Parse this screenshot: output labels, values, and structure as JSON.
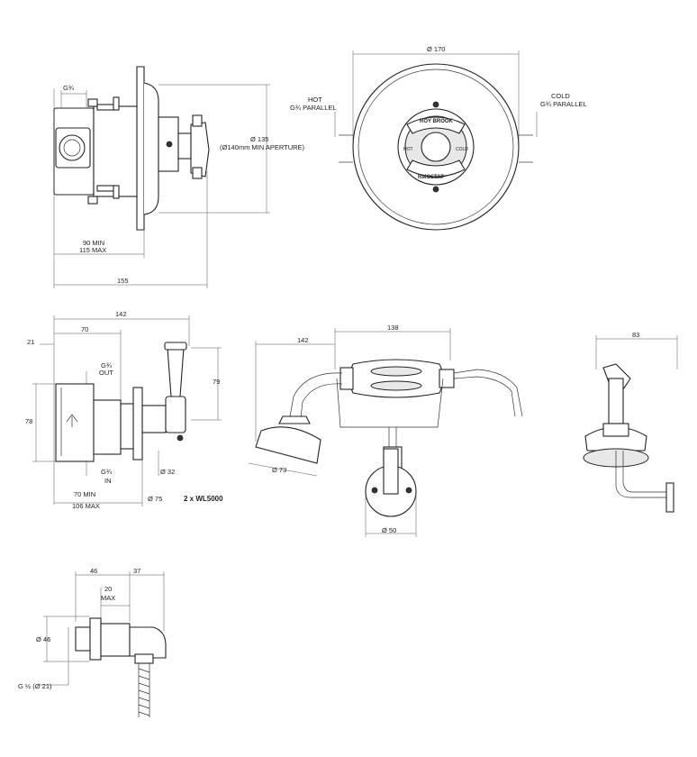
{
  "drawing": {
    "top_left": {
      "inlet_thread": "G¾",
      "diameter": "Ø 135",
      "aperture": "(Ø140mm MIN APERTURE)",
      "depth_min": "90 MIN",
      "depth_max": "115 MAX",
      "total_depth": "155"
    },
    "top_right": {
      "diameter": "Ø 170",
      "hot_label": "HOT",
      "hot_thread": "G¾ PARALLEL",
      "cold_label": "COLD",
      "cold_thread": "G¾ PARALLEL",
      "brand_top": "ROY BROOK",
      "brand_bottom": "RMOSTAT",
      "hot_mark": "HOT",
      "cold_mark": "COLD"
    },
    "mid_left": {
      "width_overall": "142",
      "width_70": "70",
      "offset_21": "21",
      "out_thread": "G¾",
      "out_label": "OUT",
      "height_78": "78",
      "height_79": "79",
      "in_thread": "G¾",
      "in_label": "IN",
      "dia_32": "Ø 32",
      "depth_min": "70 MIN",
      "depth_max": "106 MAX",
      "dia_75": "Ø 75",
      "quantity_note": "2 x WL5000"
    },
    "mid_center": {
      "width_142": "142",
      "width_138": "138",
      "head_dia": "Ø 73",
      "bracket_dia": "Ø 50"
    },
    "mid_right": {
      "width_83": "83"
    },
    "bottom": {
      "width_46": "46",
      "width_37": "37",
      "max_20": "20",
      "max_label": "MAX",
      "dia_46": "Ø 46",
      "thread": "G ½ (Ø 21)"
    }
  }
}
